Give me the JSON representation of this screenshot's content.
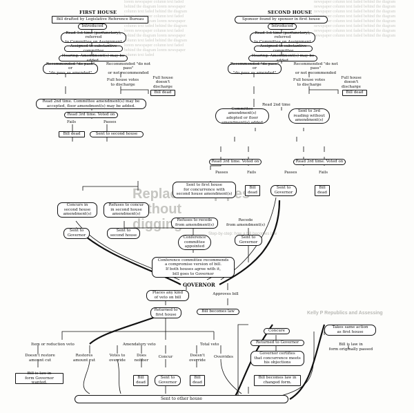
{
  "headers": {
    "first_house": "FIRST HOUSE",
    "second_house": "SECOND HOUSE",
    "governor": "GOVERNOR"
  },
  "nodes": {
    "fh_drafted": "Bill drafted by Legislative Reference Bureau",
    "fh_introduced": "Introduced",
    "fh_read1": "Read 1st time (perfunctory), referred\nto Committee on Assignment",
    "fh_assigned": "Assigned to substantive committee",
    "fh_hearing": "Hearing. Amendment(s) may be added.",
    "fh_rec": "Recommended \"do pass\" or\n\"do pass as amended\"",
    "fh_rec_not": "Recommended \"do not pass\"\nor not recommended",
    "fh_full_votes": "Full house votes\nto discharge",
    "fh_full_doesnt": "Full house\ndoesn't discharge",
    "fh_bill_dead1": "Bill dead",
    "fh_read2": "Read 2nd time. Committee amendment(s) may be\naccepted, floor amendment(s) may be added.",
    "fh_read3": "Read 3rd time. Voted on",
    "fh_fails": "Fails",
    "fh_passes": "Passes",
    "fh_bill_dead2": "Bill dead",
    "fh_sent_second": "Sent to second house",
    "sh_sponsor": "Sponsor found by sponsor in first house",
    "sh_introduced": "Introduced",
    "sh_read1": "Read 1st time (perfunctory), referred\nto Committee on Assignment",
    "sh_assigned": "Assigned to substantive committee",
    "sh_hearing": "Hearing. Amendment(s) may be added.",
    "sh_rec": "Recommended \"do pass\" or\n\"do pass as amended\"",
    "sh_rec_not": "Recommended \"do not pass\"\nor not recommended",
    "sh_full_votes": "Full house votes\nto discharge",
    "sh_full_doesnt": "Full house\ndoesn't discharge",
    "sh_bill_dead1": "Bill dead",
    "sh_read2": "Read 2nd time",
    "sh_comm_amend": "Committee amendment(s)\nadopted or floor\namendment(s) added",
    "sh_sent3": "Sent to 3rd\nreading without\namendment(s)",
    "sh_read3a": "Read 3rd time. Voted on",
    "sh_read3b": "Read 3rd time. Voted on",
    "sh_passes_a": "Passes",
    "sh_fails_a": "Fails",
    "sh_passes_b": "Passes",
    "sh_fails_b": "Fails",
    "sh_sent_first": "Sent to first house\nfor concurrence with\nsecond house amendment(s)",
    "sh_bill_dead2": "Bill\ndead",
    "sh_sent_gov": "Sent to\nGovernor",
    "sh_bill_dead3": "Bill\ndead",
    "cc_concurs": "Concurs in\nsecond house\namendment(s)",
    "cc_refuses": "Refuses to concur\nin second house\namendment(s)",
    "cc_sent_gov": "Sent to\nGovernor",
    "cc_sent_second": "Sent to\nsecond house",
    "cc_refuses_recede": "Refuses to recede\nfrom amendment(s)",
    "cc_recede": "Recede\nfrom amendment(s)",
    "cc_conference": "Conference\ncommittee\nappointed",
    "cc_sent_gov2": "Sent to\nGovernor",
    "cc_recommends": "Conference committee recommends\na compromise version of bill.\nIf both houses agree with it,\nbill goes to Governor",
    "gov_places": "Places any kind\nof veto on bill",
    "gov_approves": "Approves bill",
    "gov_returned": "Returned to\nfirst house",
    "gov_becomes_law": "Bill becomes law",
    "veto_item": "Item or reduction veto",
    "veto_amendatory": "Amendatory veto",
    "veto_total": "Total veto",
    "item_doesnt": "Doesn't restore\namount cut",
    "item_restores": "Restores\namount cut",
    "item_law": "Bill is law in\nform Governor wanted.",
    "amd_votes": "Votes to\noverride",
    "amd_does_neither": "Does\nneither",
    "amd_concur": "Concur",
    "amd_bill_dead": "Bill\ndead",
    "amd_sent_gov": "Sent to\nGovernor",
    "tot_doesnt": "Doesn't\noverride",
    "tot_overrides": "Overrides",
    "tot_bill_dead": "Bill\ndead",
    "con_concure": "Concure",
    "con_returned": "Returned to Governor",
    "con_certifies": "Governor certifies\nthat concurrence meets\nhis objections",
    "con_law": "Bill becomes law in\nchanged form.",
    "same_action": "Takes same action\nas first house",
    "same_law": "Bill is law in\nform originally passed",
    "sent_other": "Sent to other house"
  },
  "background": {
    "headline": "Replace old pipes\nwithout\ndigging",
    "side_headline": "Kelly P  Republics and Assessing",
    "caption": "Step-by-step: how a bill becomes law"
  }
}
